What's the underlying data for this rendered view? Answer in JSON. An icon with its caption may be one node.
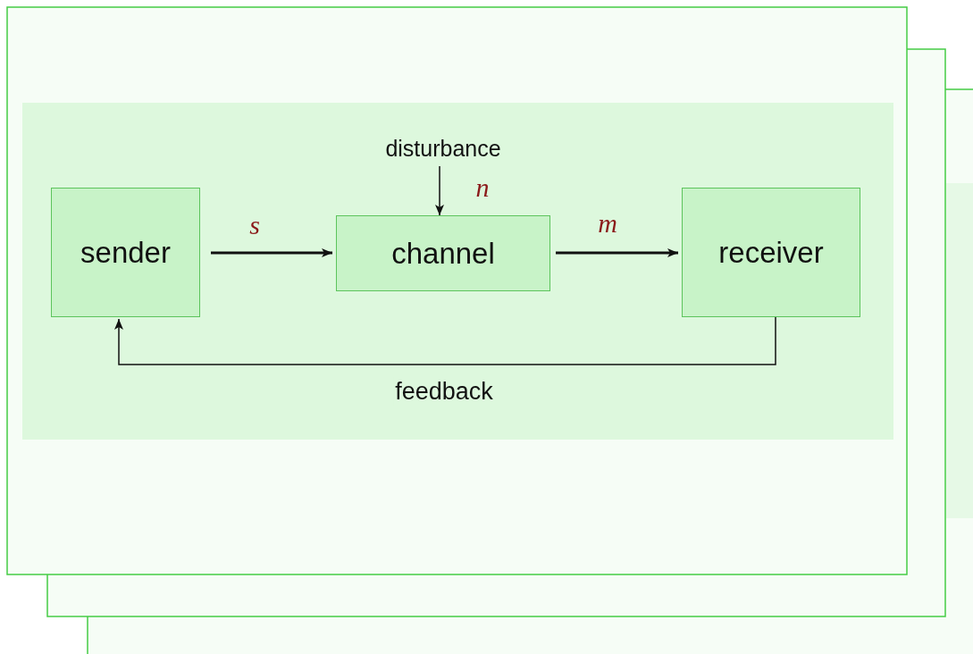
{
  "diagram": {
    "nodes": [
      {
        "text": [
          "sender"
        ]
      },
      {
        "text": [
          "channel"
        ]
      },
      {
        "text": [
          "receiver"
        ]
      },
      {
        "text": [
          "disturbance"
        ]
      }
    ],
    "edges": [
      {
        "from": 0,
        "to": 1,
        "arrow": "to",
        "label": "s"
      },
      {
        "from": 1,
        "to": 2,
        "arrow": "to",
        "label": "m"
      },
      {
        "from": 3,
        "to": 1,
        "arrow": "to",
        "label": "n"
      },
      {
        "from": 2,
        "to": 0,
        "arrow": "to",
        "label": "feedback"
      }
    ]
  }
}
